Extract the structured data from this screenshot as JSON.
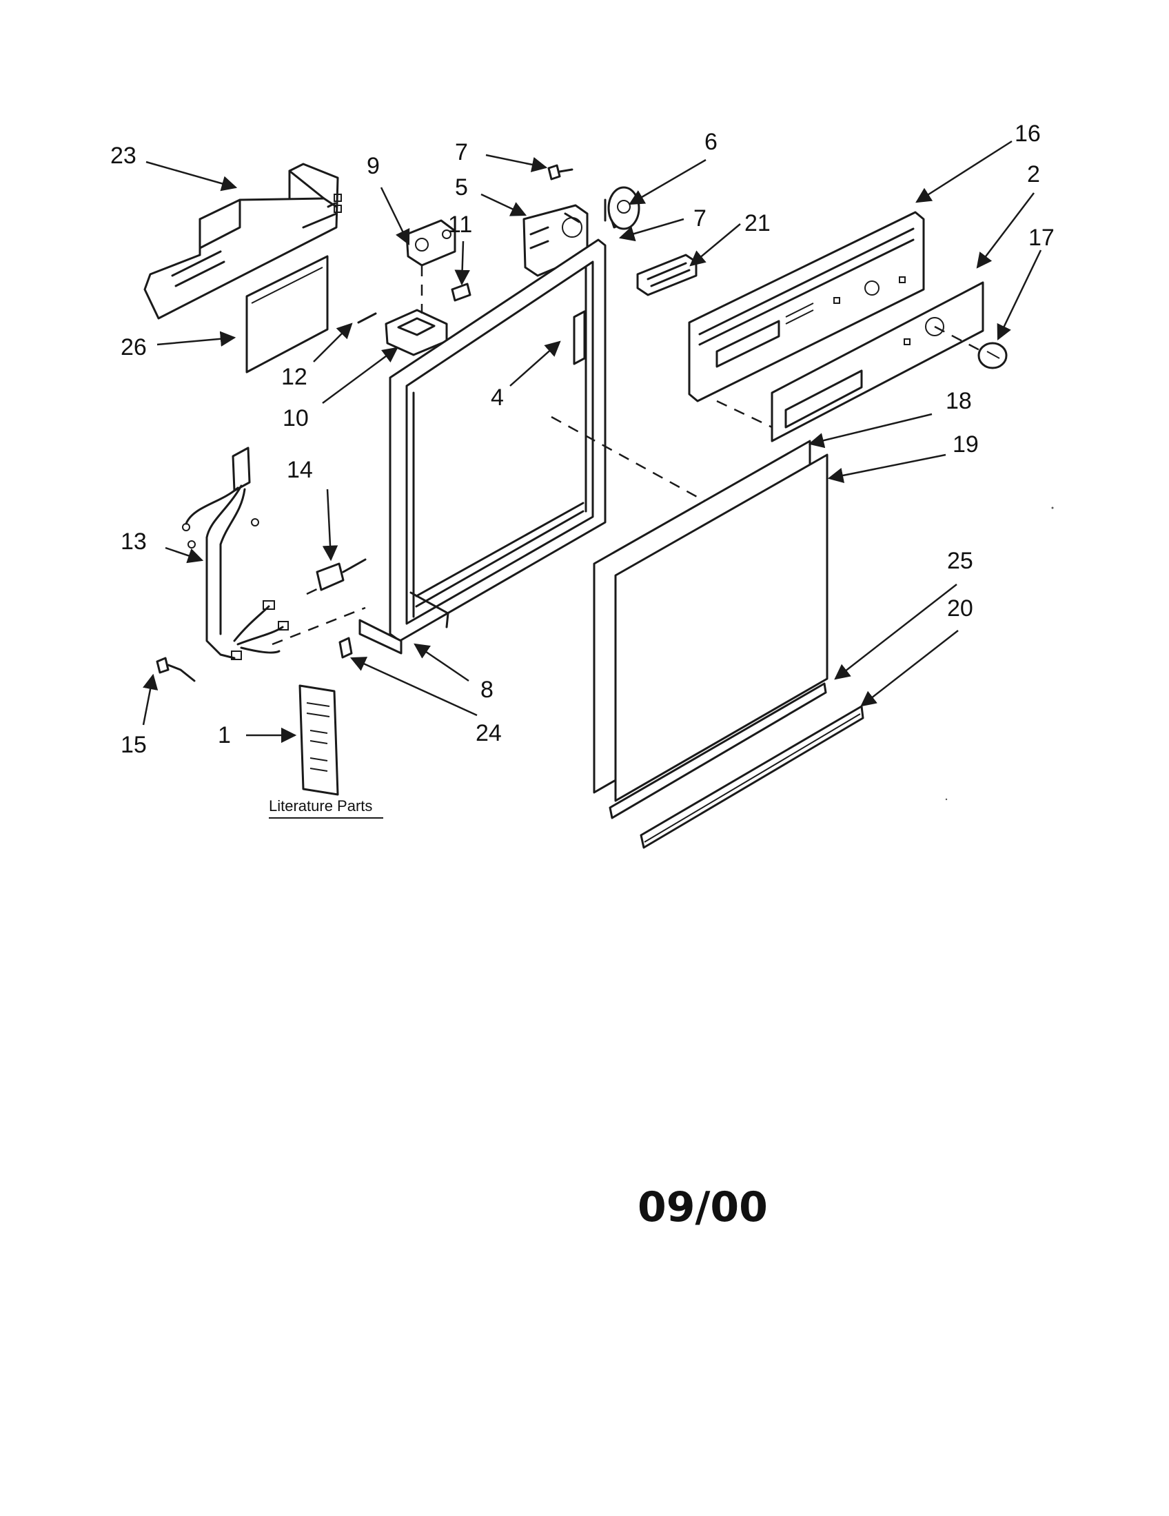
{
  "callouts": {
    "c1": "1",
    "c2": "2",
    "c4": "4",
    "c5": "5",
    "c6": "6",
    "c7a": "7",
    "c7b": "7",
    "c8": "8",
    "c9": "9",
    "c10": "10",
    "c11": "11",
    "c12": "12",
    "c13": "13",
    "c14": "14",
    "c15": "15",
    "c16": "16",
    "c17": "17",
    "c18": "18",
    "c19": "19",
    "c20": "20",
    "c21": "21",
    "c23": "23",
    "c24": "24",
    "c25": "25",
    "c26": "26"
  },
  "literature_label": "Literature Parts",
  "date_code": "09/00"
}
